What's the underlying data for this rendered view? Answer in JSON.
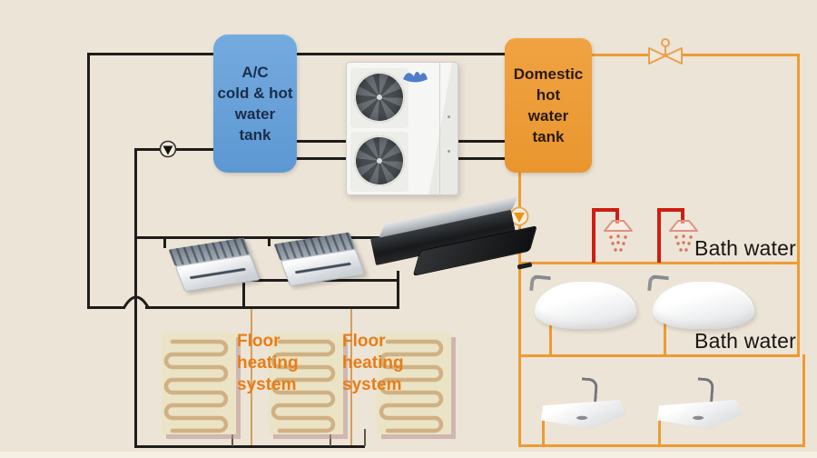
{
  "colors": {
    "bg": "#ece4d6",
    "pipe-black": "#1e1d1b",
    "pipe-orange": "#ec9c32",
    "pipe-red": "#ce1d12",
    "pipe-tan": "#d2a061",
    "ac-tank-bg": "#68a2da",
    "ac-tank-text": "#1c2c49",
    "dhw-tank-bg": "#ee9d38",
    "dhw-tank-text": "#2a190d",
    "floor-label": "#e87d17",
    "bath-label": "#171513"
  },
  "labels": {
    "ac_tank": [
      "A/C",
      "cold & hot",
      "water",
      "tank"
    ],
    "dhw_tank": [
      "Domestic",
      "hot",
      "water",
      "tank"
    ],
    "bath_water_top": "Bath water",
    "bath_water_bottom": "Bath water",
    "floor_heating_left": [
      "Floor",
      "heating",
      "system"
    ],
    "floor_heating_right": [
      "Floor",
      "heating",
      "system"
    ]
  },
  "equipment": {
    "heat_pump": "heat-pump-outdoor-unit",
    "cassette_units": "ceiling-cassette-ac-unit",
    "ducted_unit": "ducted-fan-coil-unit",
    "floor_mats": "floor-heating-coil-mat",
    "showers": "shower-head",
    "bathtubs": "bathtub",
    "sinks": "wash-basin",
    "pumps": "circulation-pump",
    "valve": "three-way-valve"
  }
}
